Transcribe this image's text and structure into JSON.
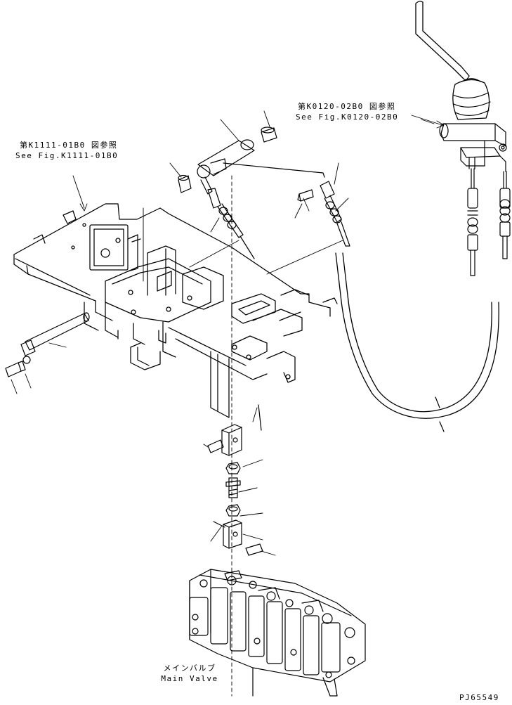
{
  "callouts": {
    "frame_ref": {
      "jp": "第K1111-01B0 図参照",
      "en": "See Fig.K1111-01B0"
    },
    "lever_ref": {
      "jp": "第K0120-02B0 図参照",
      "en": "See Fig.K0120-02B0"
    },
    "main_valve": {
      "jp": "メインバルブ",
      "en": "Main Valve"
    }
  },
  "figure_code": "PJ65549"
}
